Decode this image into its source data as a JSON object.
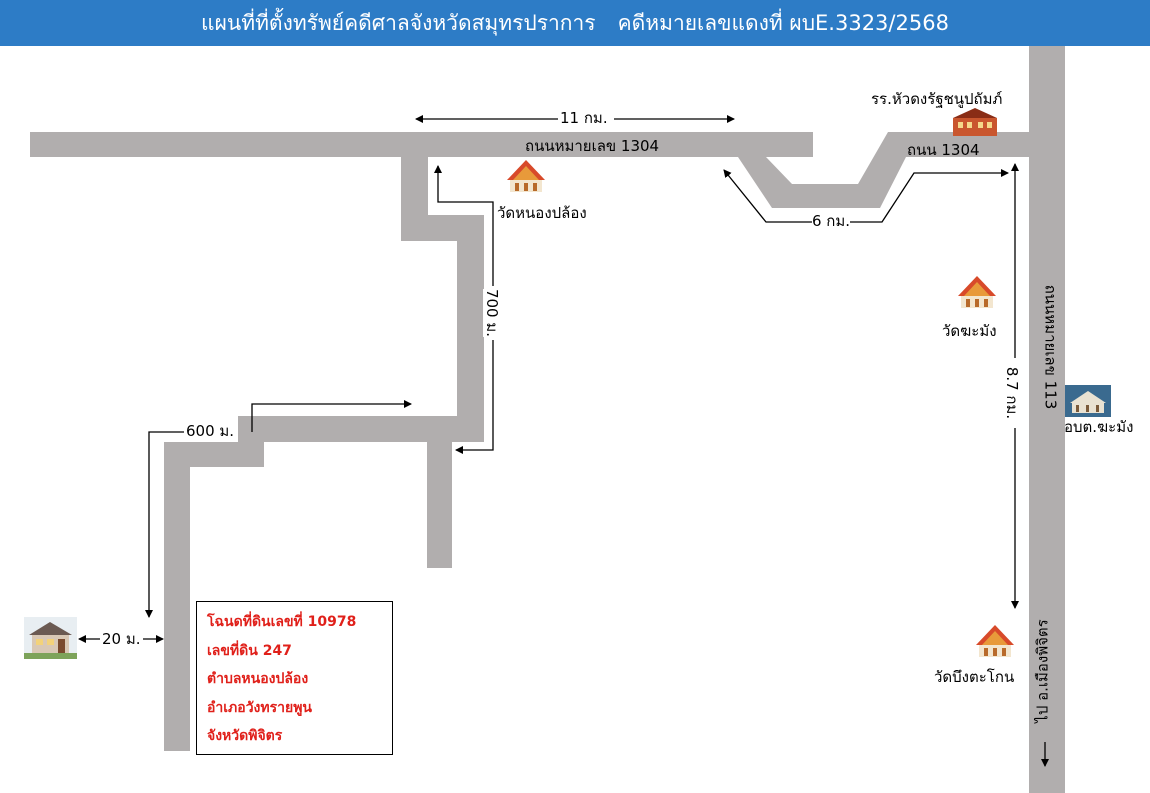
{
  "header": {
    "title": "แผนที่ที่ตั้งทรัพย์คดีศาลจังหวัดสมุทรปราการ",
    "case_label": "คดีหมายเลขแดงที่ ผบE.3323/2568"
  },
  "colors": {
    "header_bg": "#2d7cc6",
    "road": "#b1aeae",
    "deed_text": "#e0201a"
  },
  "labels": {
    "dist_11km": "11 กม.",
    "road_1304_main": "ถนนหมายเลข 1304",
    "school": "รร.หัวดงรัฐชนูปถัมภ์",
    "road_1304_short": "ถนน 1304",
    "dist_6km": "6 กม.",
    "temple_nong_plong": "วัดหนองปล้อง",
    "dist_700m": "700 ม.",
    "temple_mamang": "วัดฆะมัง",
    "road_113": "ถนนหมายเลข 113",
    "dist_8_7km": "8.7 กม.",
    "sao_mamang": "อบต.ฆะมัง",
    "dist_600m": "600 ม.",
    "dist_20m": "20 ม.",
    "temple_bueng_takon": "วัดบึงตะโกน",
    "to_mueang_phichit": "ไป อ.เมืองพิจิตร"
  },
  "deed": {
    "line1": "โฉนดที่ดินเลขที่ 10978",
    "line2": "เลขที่ดิน 247",
    "line3": "ตำบลหนองปล้อง",
    "line4": "อำเภอวังทรายพูน",
    "line5": "จังหวัดพิจิตร"
  },
  "icons": [
    "temple-icon",
    "school-icon",
    "government-office-icon",
    "house-icon"
  ]
}
